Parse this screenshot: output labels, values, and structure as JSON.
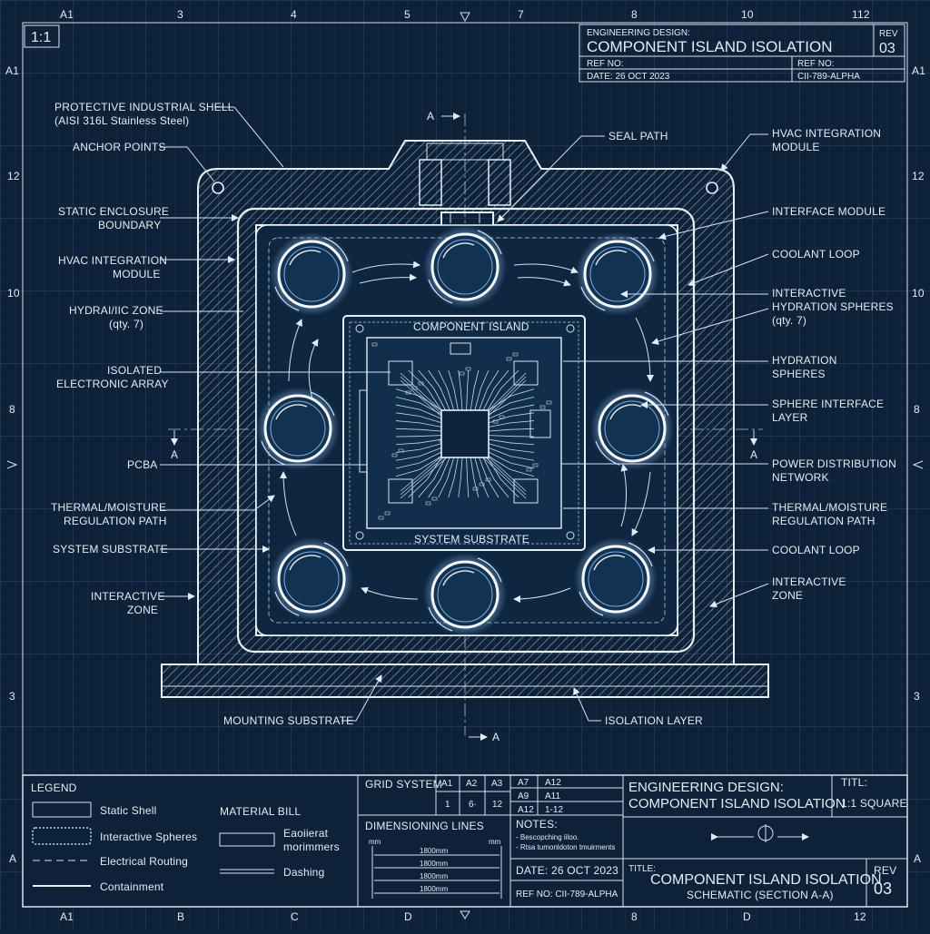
{
  "scale": "1:1",
  "grid": {
    "top": [
      "A1",
      "3",
      "4",
      "5",
      "7",
      "8",
      "10",
      "112"
    ],
    "bottom": [
      "A1",
      "B",
      "C",
      "D",
      "8",
      "D",
      "12"
    ],
    "left": [
      "A1",
      "12",
      "10",
      "8",
      "3",
      "A"
    ],
    "right": [
      "A1",
      "12",
      "10",
      "8",
      "3",
      "A"
    ]
  },
  "title_top": {
    "kicker": "ENGINEERING DESIGN:",
    "title": "COMPONENT ISLAND ISOLATION",
    "rev_label": "REV",
    "rev": "03",
    "ref_label_1": "REF NO:",
    "ref_label_2": "REF NO:",
    "date": "DATE: 26 OCT 2023",
    "ref_no": "CII-789-ALPHA"
  },
  "section_markers": {
    "letter": "A"
  },
  "diagram": {
    "component_island": "COMPONENT ISLAND",
    "system_substrate": "SYSTEM SUBSTRATE"
  },
  "callouts_left": [
    "PROTECTIVE INDUSTRIAL SHELL",
    "(AISI 316L Stainless Steel)",
    "ANCHOR POINTS",
    "STATIC ENCLOSURE",
    "BOUNDARY",
    "HVAC INTEGRATION",
    "MODULE",
    "HYDRAI/IIC ZONE",
    "(qty. 7)",
    "ISOLATED",
    "ELECTRONIC ARRAY",
    "PCBA",
    "THERMAL/MOISTURE",
    "REGULATION PATH",
    "SYSTEM SUBSTRATE",
    "INTERACTIVE",
    "ZONE",
    "MOUNTING SUBSTRATE"
  ],
  "callouts_right": [
    "SEAL PATH",
    "HVAC INTEGRATION",
    "MODULE",
    "INTERFACE MODULE",
    "COOLANT LOOP",
    "INTERACTIVE",
    "HYDRATION SPHERES",
    "(qty. 7)",
    "HYDRATION",
    "SPHERES",
    "SPHERE INTERFACE",
    "LAYER",
    "POWER DISTRIBUTION",
    "NETWORK",
    "THERMAL/MOISTURE",
    "REGULATION PATH",
    "COOLANT LOOP",
    "INTERACTIVE",
    "ZONE",
    "ISOLATION LAYER"
  ],
  "legend": {
    "title": "LEGEND",
    "items": [
      "Static Shell",
      "Interactive Spheres",
      "Electrical Routing",
      "Containment"
    ],
    "material_title": "MATERIAL BILL",
    "materials": [
      "Eaoiierat",
      "morimmers",
      "Dashing"
    ]
  },
  "grid_system": {
    "title": "GRID SYSTEM",
    "headers": [
      "A1",
      "A2",
      "A3"
    ],
    "values": [
      "1",
      "6·",
      "12"
    ],
    "col2_r1": [
      "A7",
      "A12"
    ],
    "col2_r2": [
      "A9",
      "A11"
    ],
    "col2_r3": [
      "A12",
      "1-12"
    ]
  },
  "dimensioning": {
    "title": "DIMENSIONING LINES",
    "unit_left": "mm",
    "unit_right": "mm",
    "dims": [
      "1800mm",
      "1800mm",
      "1800mm",
      "1800mm"
    ]
  },
  "notes": {
    "title": "NOTES:",
    "lines": [
      "- Bescopching iiloo.",
      "- Rtsa tumonldoton tmuirments"
    ],
    "date": "DATE:   26 OCT 2023",
    "ref": "REF NO: CII-789-ALPHA"
  },
  "title_block": {
    "line1": "ENGINEERING DESIGN:",
    "line2": "COMPONENT ISLAND ISOLATION",
    "titl_label": "TITL:",
    "scale": "1:1 SQUARE",
    "title_label": "TITLE:",
    "title": "COMPONENT ISLAND ISOLATION",
    "subtitle": "SCHEMATIC (SECTION A-A)",
    "rev_label": "REV",
    "rev": "03"
  }
}
